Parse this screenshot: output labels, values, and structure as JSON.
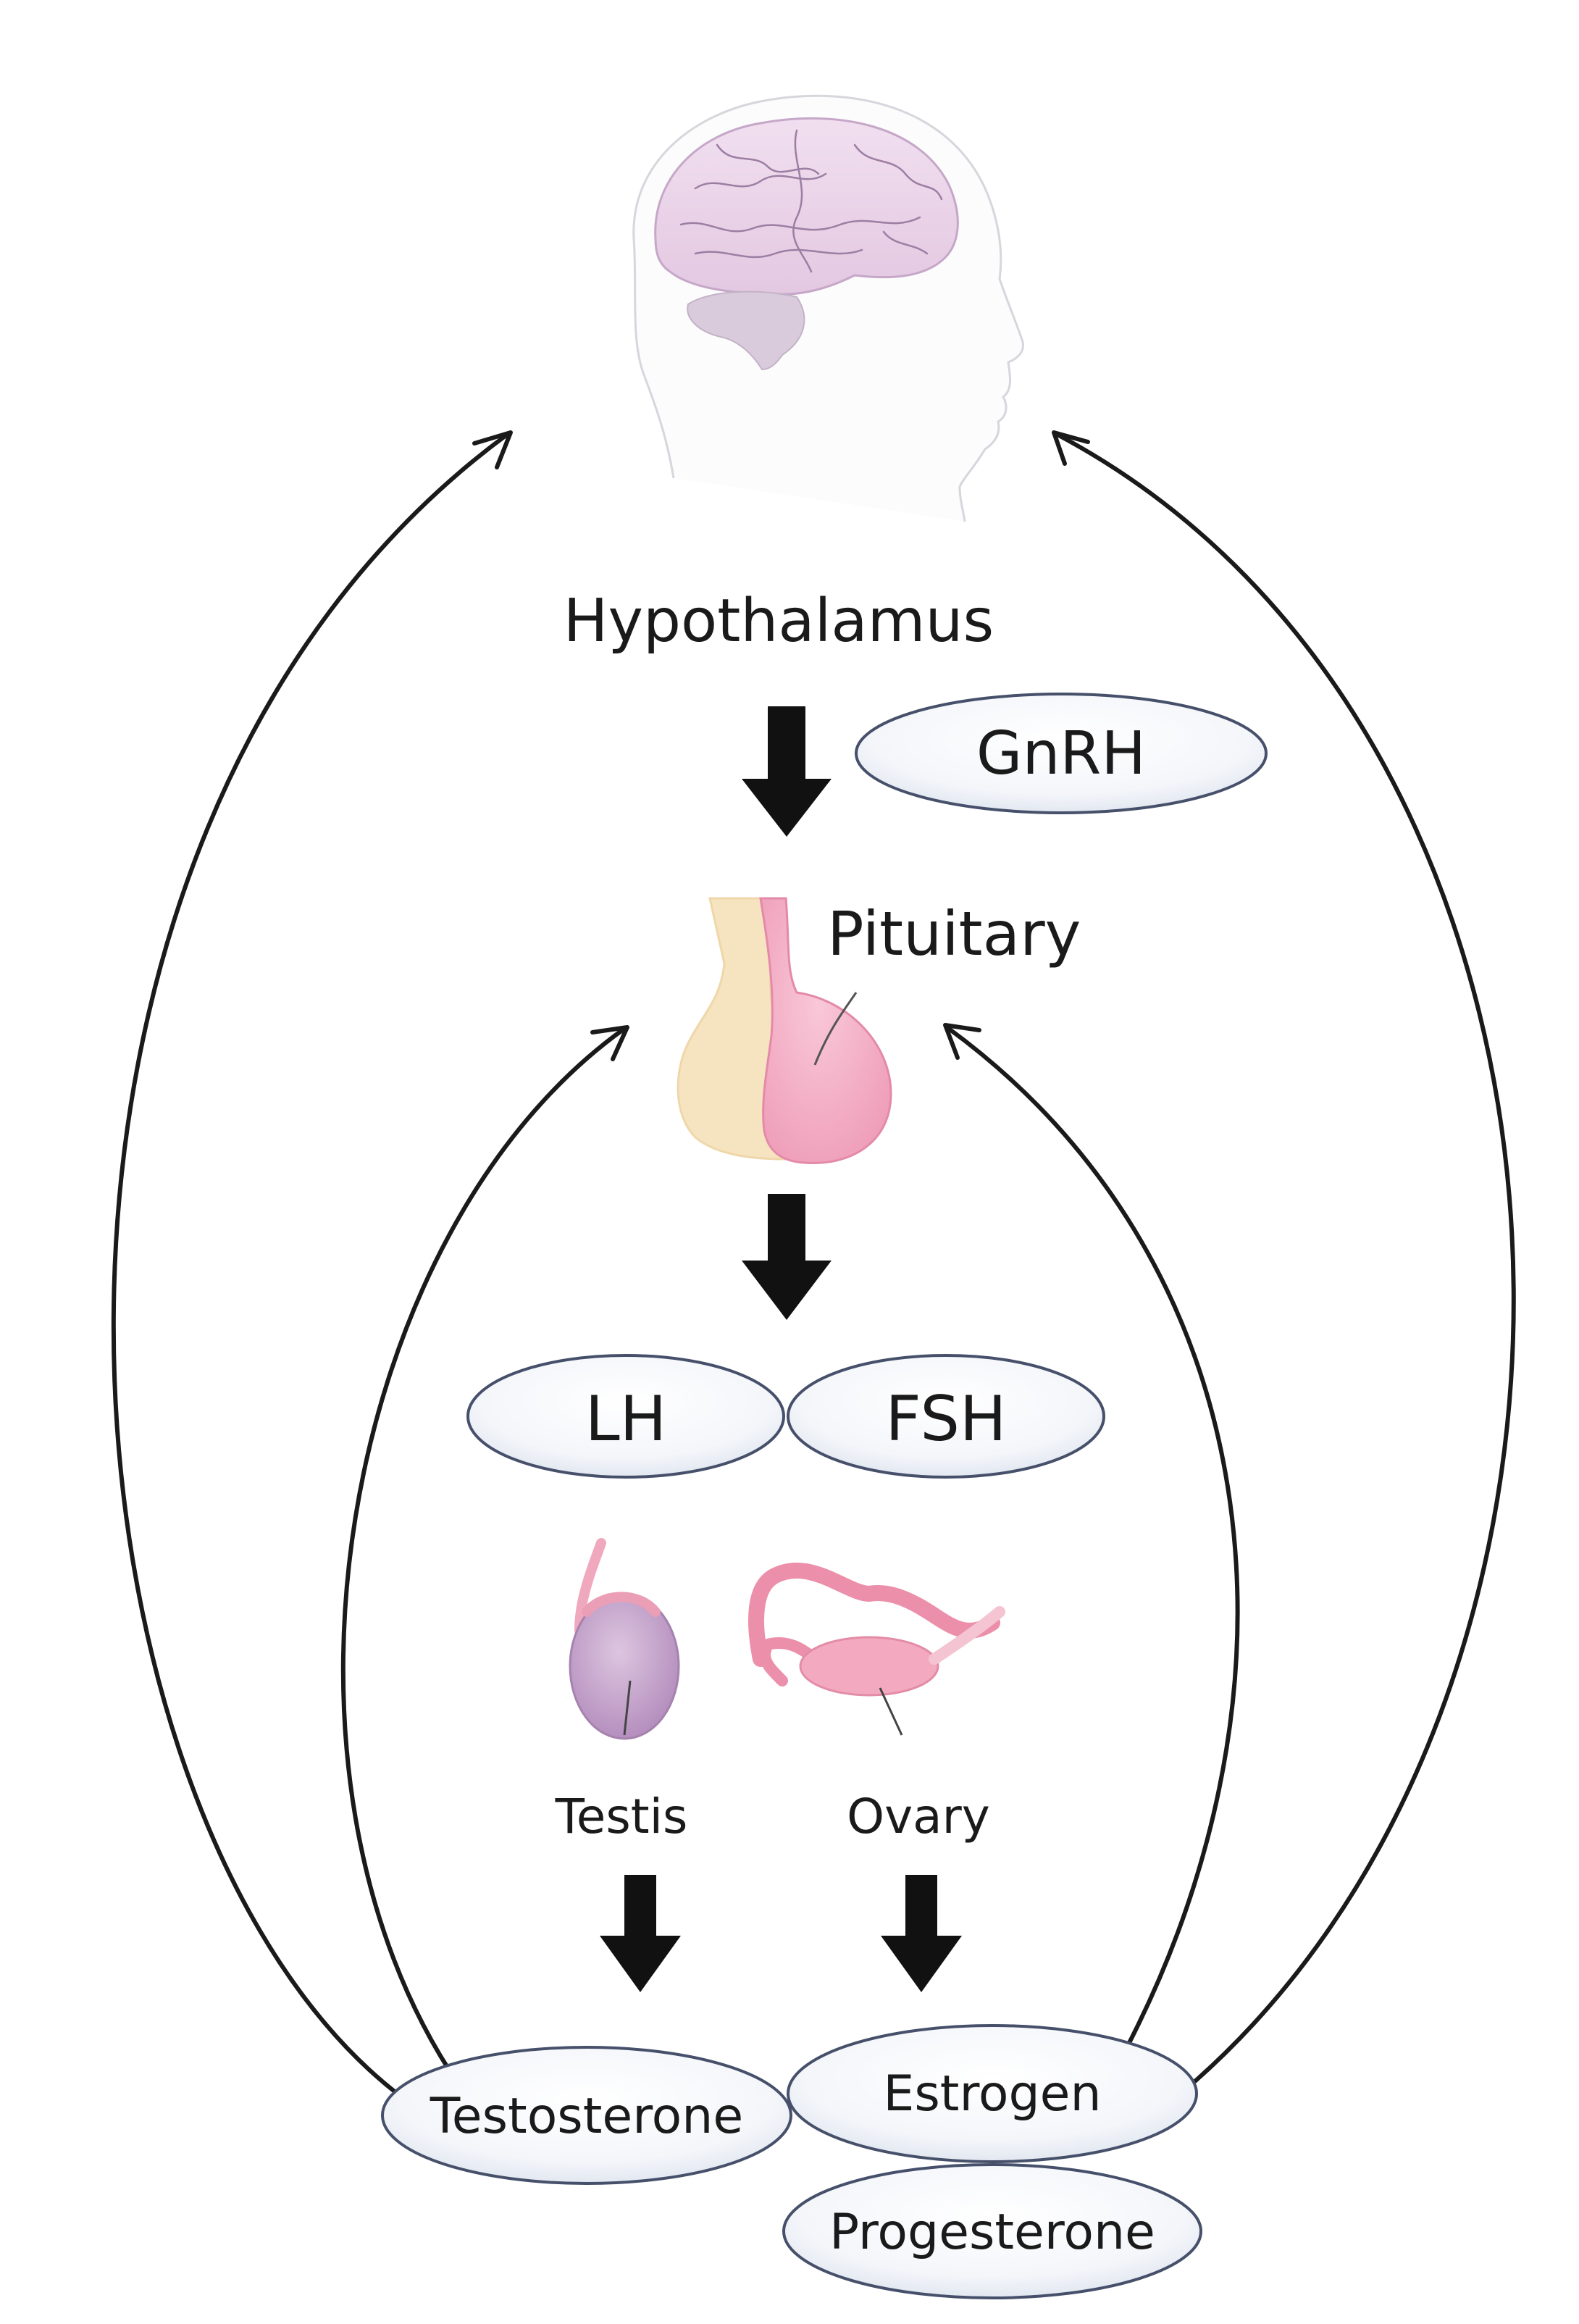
{
  "labels": {
    "hypothalamus": "Hypothalamus",
    "pituitary": "Pituitary",
    "testis": "Testis",
    "ovary": "Ovary"
  },
  "hormones": {
    "gnrh": "GnRH",
    "lh": "LH",
    "fsh": "FSH",
    "testosterone": "Testosterone",
    "estrogen": "Estrogen",
    "progesterone": "Progesterone"
  },
  "colors": {
    "arrow": "#111111",
    "oval_stroke": "#46506a",
    "oval_fill_light": "#ffffff",
    "oval_fill_shade": "#dfe5ef",
    "brain": "#e8d2e6",
    "pituitary_posterior": "#f6e3bf",
    "pituitary_anterior": "#f4b2c8",
    "testis": "#c9a8cf",
    "ovary": "#f0a3b8"
  },
  "icons": {
    "head": "head-silhouette-icon",
    "brain": "brain-icon",
    "pituitary": "pituitary-gland-icon",
    "testis": "testis-icon",
    "ovary": "ovary-uterus-icon"
  }
}
